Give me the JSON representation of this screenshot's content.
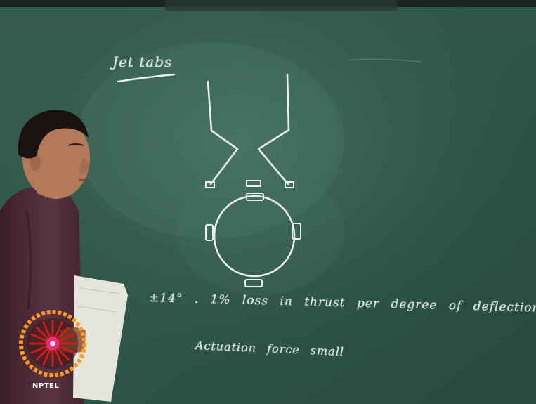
{
  "board": {
    "title": "Jet tabs",
    "line1": "±14°  .  1%  loss in thrust per degree of deflection",
    "line2": "Actuation force small"
  },
  "logo": {
    "label": "NPTEL",
    "icon": "nptel-emblem-icon",
    "colors": {
      "ring": "#ff9a1e",
      "rays": "#d21a17",
      "core": "#e0317a"
    }
  },
  "colors": {
    "board": "#2b5246",
    "chalk": "#e8f0ea",
    "shirt": "#4c2935",
    "skin": "#b27a5a",
    "hair": "#1a120e",
    "paper": "#e5e5de"
  }
}
